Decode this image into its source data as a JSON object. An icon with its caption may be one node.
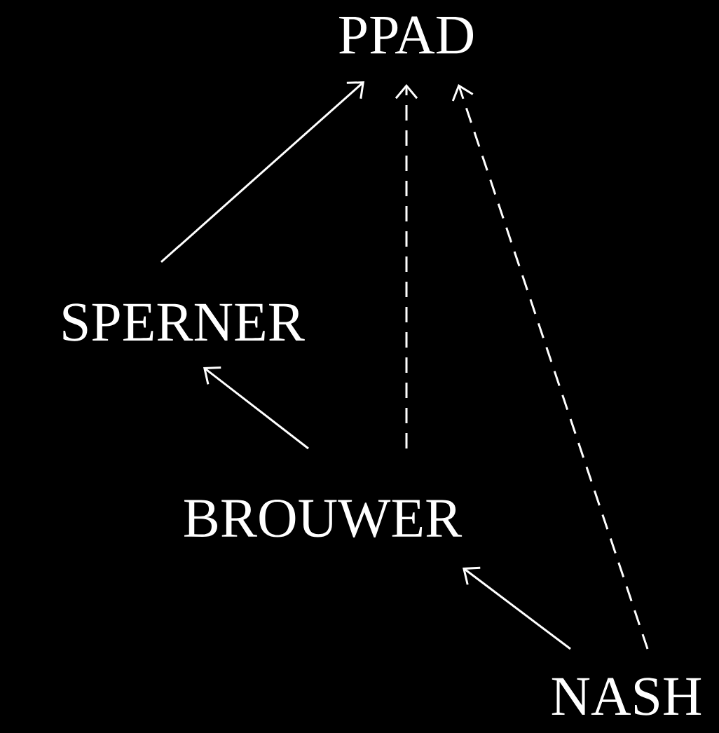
{
  "diagram": {
    "nodes": [
      {
        "text": [
          "PPAD"
        ]
      },
      {
        "text": [
          "SPERNER"
        ]
      },
      {
        "text": [
          "BROUWER"
        ]
      },
      {
        "text": [
          "NASH"
        ]
      }
    ],
    "edges": [
      {
        "from": 1,
        "to": 0,
        "arrow": "to"
      },
      {
        "from": 2,
        "to": 1,
        "arrow": "to"
      },
      {
        "from": 2,
        "to": 0,
        "arrow": "to",
        "style": "dashed"
      },
      {
        "from": 3,
        "to": 2,
        "arrow": "to"
      },
      {
        "from": 3,
        "to": 0,
        "arrow": "to",
        "style": "dashed"
      }
    ]
  }
}
